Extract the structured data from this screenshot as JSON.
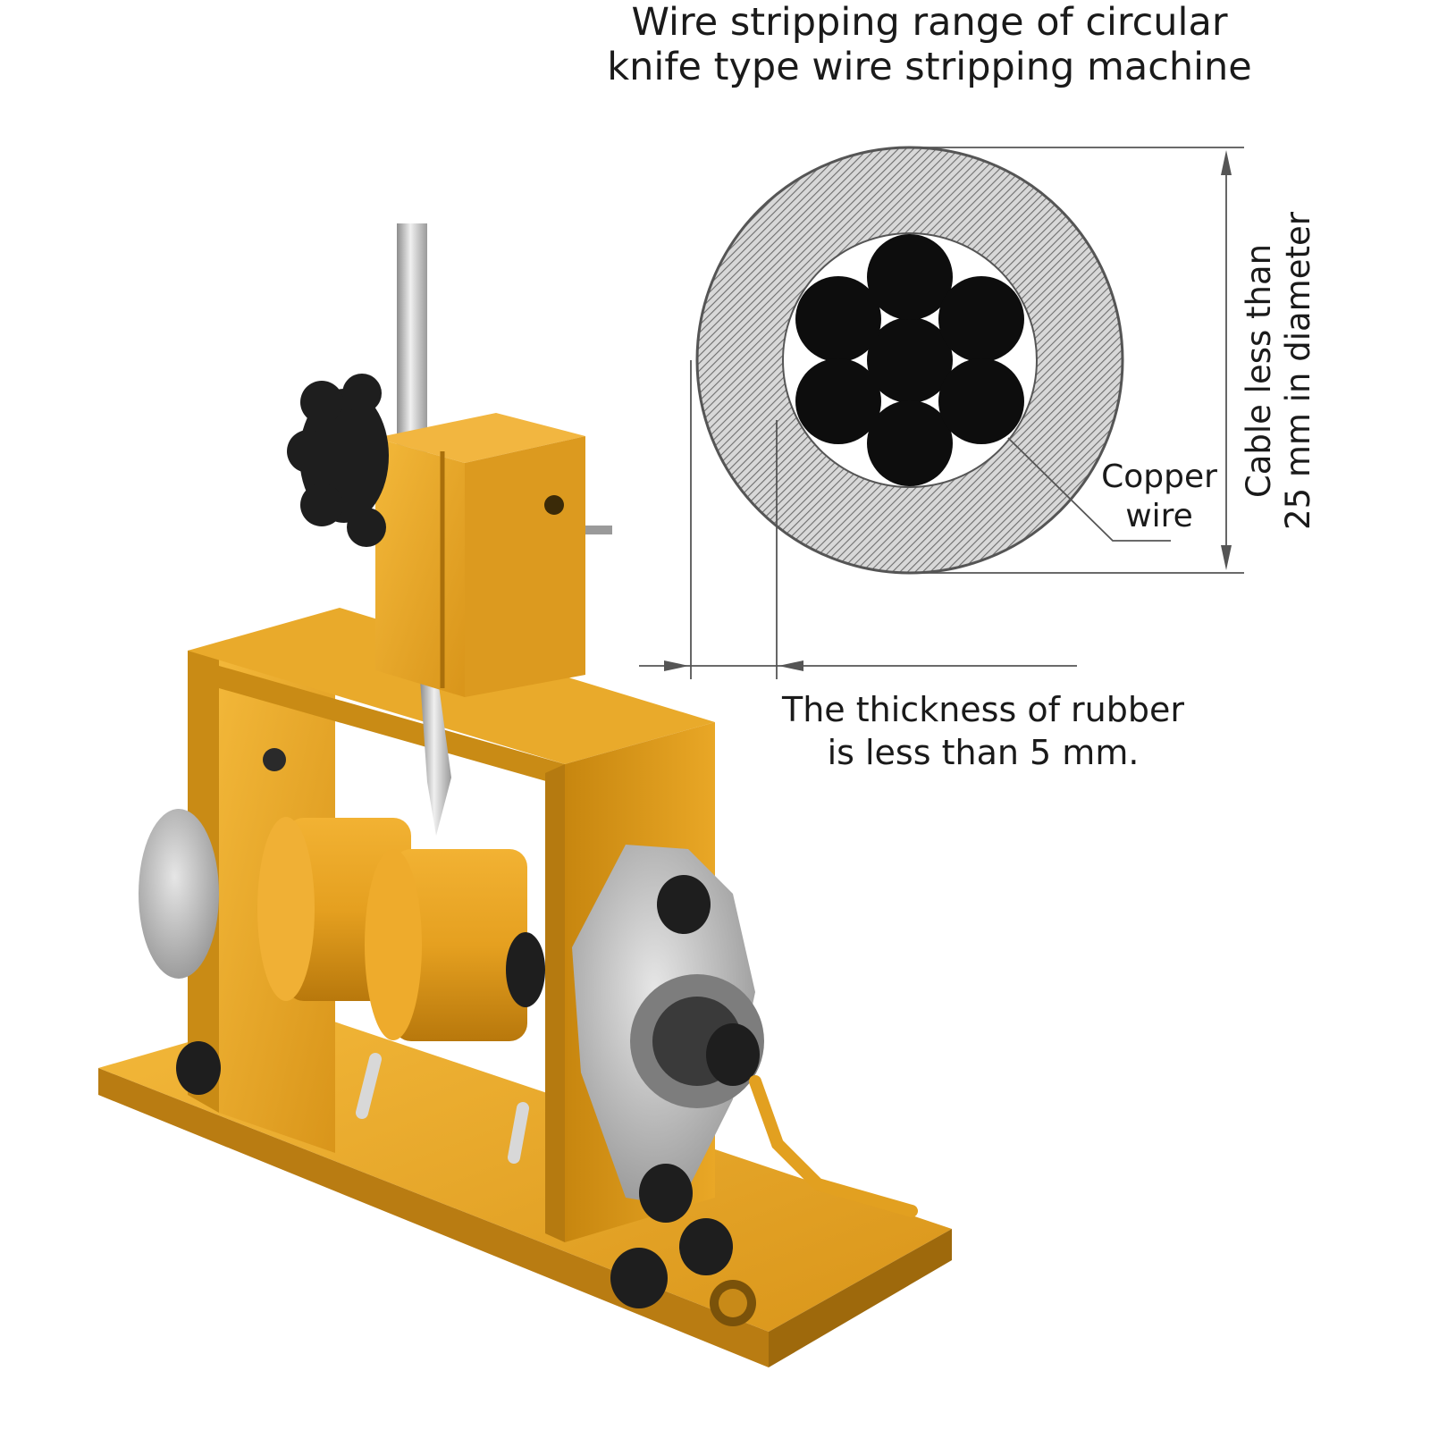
{
  "title": {
    "line1": "Wire stripping range of circular",
    "line2": "knife type wire stripping machine"
  },
  "labels": {
    "copper_line1": "Copper",
    "copper_line2": "wire",
    "cable_line1": "Cable less than",
    "cable_line2": "25 mm in diameter",
    "rubber_line1": "The thickness of rubber",
    "rubber_line2": "is less than 5 mm."
  },
  "colors": {
    "machine_yellow": "#e8a51e",
    "machine_yellow_dark": "#b97c12",
    "steel": "#c9c9c9",
    "knob_black": "#1e1e1e",
    "insulation_gray": "#8f8f8f",
    "conductor_black": "#0d0d0d",
    "dimension_line": "#555555"
  },
  "icons": {
    "cross_section": "cable-cross-section-icon",
    "machine": "wire-stripping-machine-icon"
  }
}
